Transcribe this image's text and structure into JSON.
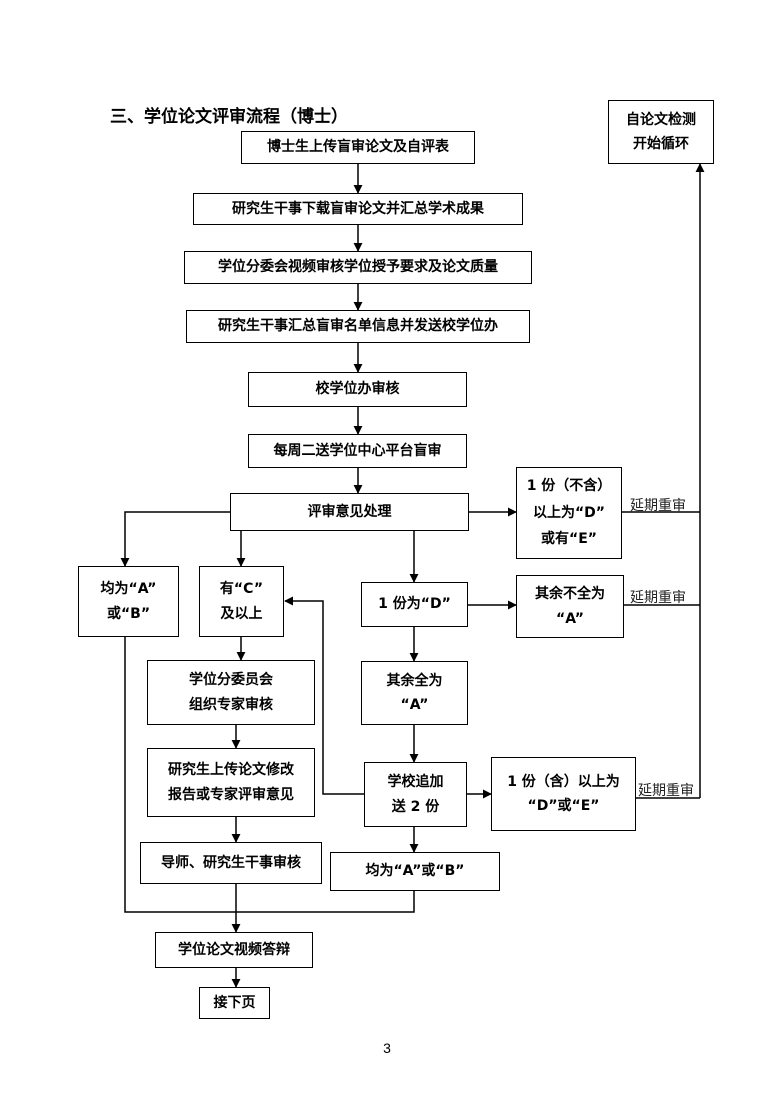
{
  "title": "三、学位论文评审流程（博士）",
  "nodes": {
    "upload": "博士生上传盲审论文及自评表",
    "download": "研究生干事下载盲审论文并汇总学术成果",
    "committee_review": "学位分委会视频审核学位授予要求及论文质量",
    "collect_send": "研究生干事汇总盲审名单信息并发送校学位办",
    "school_review": "校学位办审核",
    "platform": "每周二送学位中心平台盲审",
    "handle": "评审意见处理",
    "restart": "自论文检测\n开始循环",
    "one_d_or_e": "1 份（不含）\n以上为“D”\n或有“E”",
    "all_ab": "均为“A”\n或“B”",
    "has_c": "有“C”\n及以上",
    "one_d": "1 份为“D”",
    "rest_not_all_a": "其余不全为\n“A”",
    "expert_org": "学位分委员会\n组织专家审核",
    "rest_all_a": "其余全为\n“A”",
    "upload_revision": "研究生上传论文修改\n报告或专家评审意见",
    "school_add": "学校追加\n送 2 份",
    "one_or_more_de": "1 份（含）以上为\n“D”或“E”",
    "advisor_review": "导师、研究生干事审核",
    "all_ab_2": "均为“A”或“B”",
    "defense": "学位论文视频答辩",
    "next_page": "接下页"
  },
  "labels": {
    "delay1": "延期重审",
    "delay2": "延期重审",
    "delay3": "延期重审"
  },
  "page_number": "3"
}
